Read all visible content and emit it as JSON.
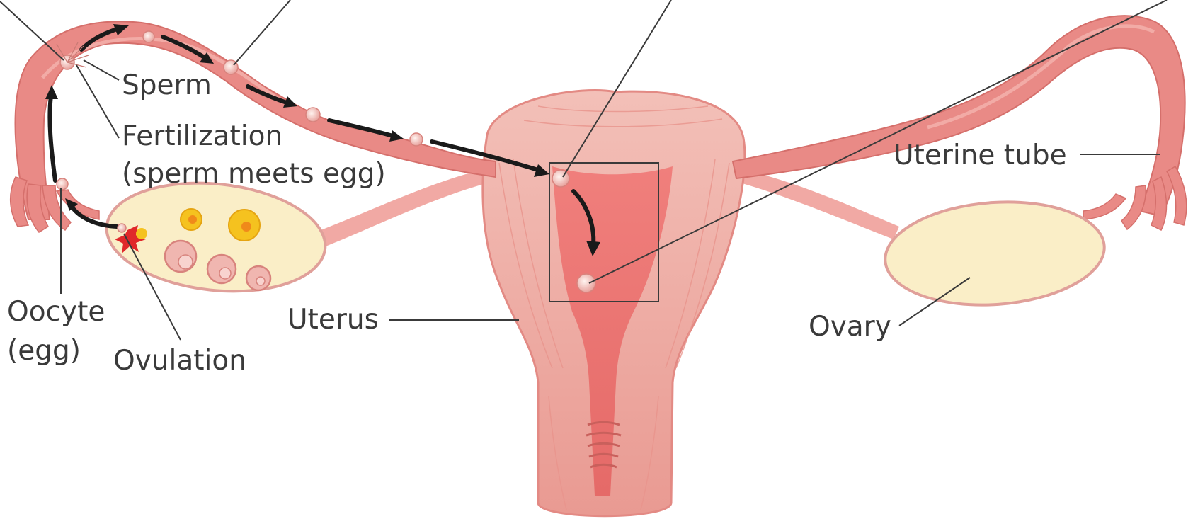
{
  "labels": {
    "sperm": "Sperm",
    "fertilization_line1": "Fertilization",
    "fertilization_line2": "(sperm meets egg)",
    "uterine_tube": "Uterine tube",
    "oocyte_line1": "Oocyte",
    "oocyte_line2": "(egg)",
    "ovulation": "Ovulation",
    "uterus": "Uterus",
    "ovary": "Ovary"
  },
  "colors": {
    "tissue": "#e98a86",
    "tissue_light": "#f1a9a4",
    "tissue_dark": "#c9605c",
    "uterus_body": "#f0b3ab",
    "ovary_fill": "#faeec7",
    "ovary_stroke": "#e0a09a",
    "follicle_yellow": "#f5c21f",
    "ovulation_red": "#e0282a",
    "arrow": "#1a1a1a",
    "leader_line": "#3a3a3a"
  },
  "icons": {
    "pathway_arrows": "black-curved-arrow-icon",
    "cell": "pink-cell-icon"
  }
}
